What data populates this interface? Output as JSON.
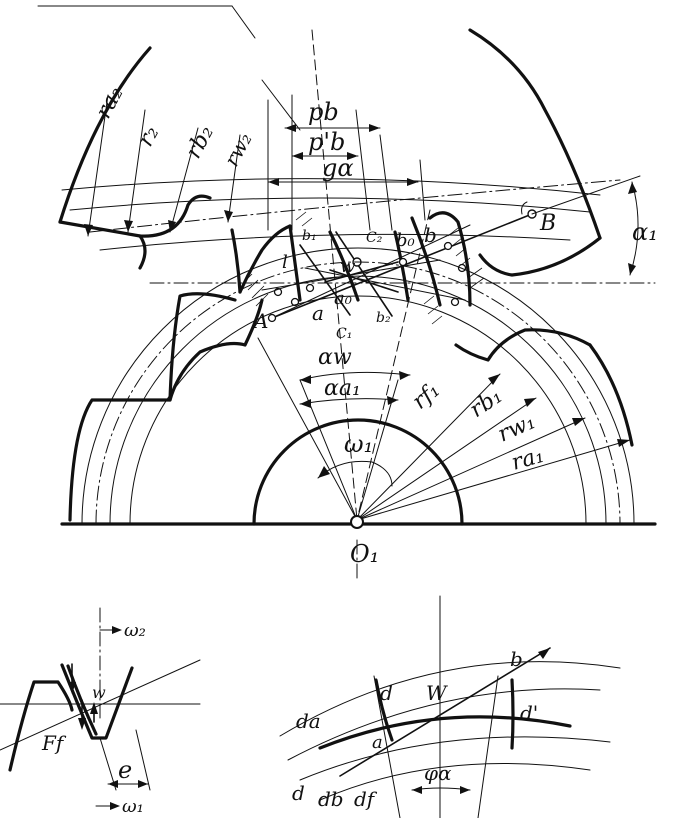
{
  "main_figure": {
    "labels": {
      "ra2": "ra₂",
      "r2": "r₂",
      "rb2": "rb₂",
      "rw2": "rw₂",
      "pb": "pb",
      "pb_prime": "p'b",
      "g_alpha": "gα",
      "alpha1": "α₁",
      "B": "B",
      "A": "A",
      "w": "w",
      "a": "a",
      "a0": "a₀",
      "b": "b",
      "b0": "b₀",
      "b1": "b₁",
      "b2": "b₂",
      "c1": "C₁",
      "c2": "C₂",
      "l": "l",
      "alpha_w": "αw",
      "alpha_a1": "αa₁",
      "omega1": "ω₁",
      "rf1": "rf₁",
      "rb1": "rb₁",
      "rw1": "rw₁",
      "ra1": "ra₁",
      "O1": "O₁"
    }
  },
  "detail_left": {
    "labels": {
      "omega2": "ω₂",
      "omega1": "ω₁",
      "w": "w",
      "Ff": "Ff",
      "e": "e"
    }
  },
  "detail_right": {
    "labels": {
      "b": "b",
      "w": "W",
      "d_top": "d",
      "d_prime": "d'",
      "a": "a",
      "da": "da",
      "d": "d",
      "db": "db",
      "df": "df",
      "phi_alpha": "φα"
    }
  }
}
